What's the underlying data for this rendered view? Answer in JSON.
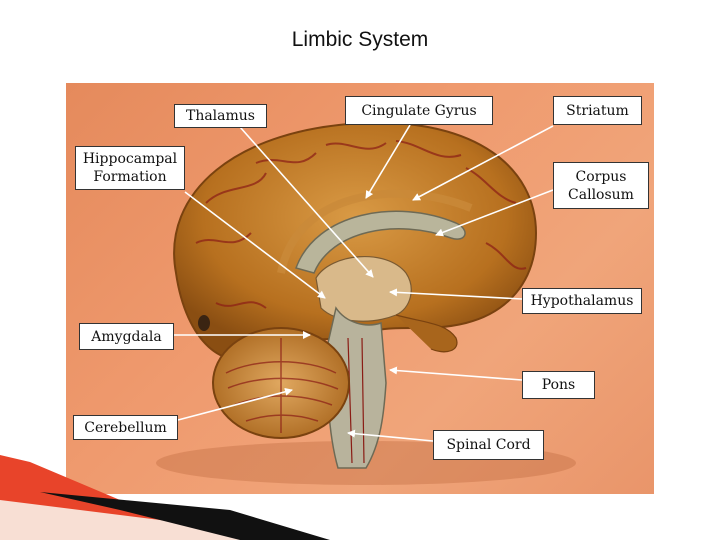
{
  "slide": {
    "title": "Limbic System"
  },
  "labels": {
    "thalamus": "Thalamus",
    "cingulate_gyrus": "Cingulate Gyrus",
    "striatum": "Striatum",
    "hippocampal_line1": "Hippocampal",
    "hippocampal_line2": "Formation",
    "corpus_line1": "Corpus",
    "corpus_line2": "Callosum",
    "hypothalamus": "Hypothalamus",
    "amygdala": "Amygdala",
    "pons": "Pons",
    "cerebellum": "Cerebellum",
    "spinal_cord": "Spinal Cord"
  },
  "colors": {
    "background_orange": "#ef9a6e",
    "brain_cortex": "#c07a2e",
    "brain_inner": "#d9a35a",
    "gray_matter": "#9c9a84",
    "vessel_red": "#9b1b1b",
    "accent_corner": "#e8442a"
  }
}
